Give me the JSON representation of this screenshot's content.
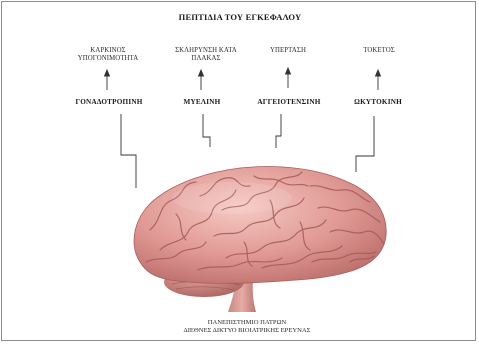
{
  "title": "ΠΕΠΤΙΔΙΑ ΤΟΥ ΕΓΚΕΦΑΛΟΥ",
  "peptides": [
    {
      "name": "ΓΟΝΑΔΟΤΡΟΠΙΝΗ",
      "condition": "ΚΑΡΚΙΝΟΣ\nΥΠΟΓΟΝΙΜΟΤΗΤΑ"
    },
    {
      "name": "ΜΥΕΛΙΝΗ",
      "condition": "ΣΚΛΗΡΥΝΣΗ ΚΑΤΑ\nΠΛΑΚΑΣ"
    },
    {
      "name": "ΑΓΓΕΙΟΤΕΝΣΙΝΗ",
      "condition": "ΥΠΕΡΤΑΣΗ"
    },
    {
      "name": "ΩΚΥΤΟΚΙΝΗ",
      "condition": "ΤΟΚΕΤΟΣ"
    }
  ],
  "footer": "ΠΑΝΕΠΙΣΤΗΜΙΟ ΠΑΤΡΩΝ\nΔΙΕΘΝΕΣ ΔΙΚΤΥΟ ΒΙΟΙΑΤΡΙΚΗΣ ΕΡΕΥΝΑΣ",
  "colors": {
    "brain_base": "#dc8f8c",
    "brain_light": "#f2bdb8",
    "brain_dark": "#a85b5b",
    "cerebellum": "#c47c78",
    "stem": "#cf8f86",
    "line": "#333333"
  }
}
